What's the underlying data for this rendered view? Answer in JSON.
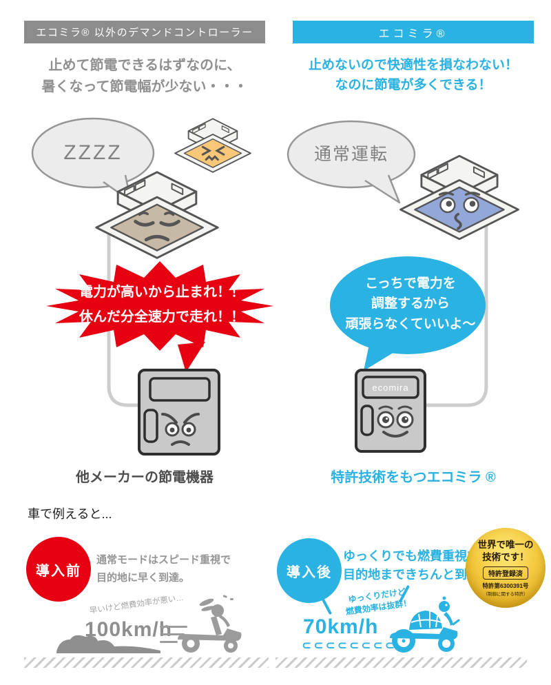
{
  "colors": {
    "cyan": "#29b2e2",
    "red": "#e60012",
    "gray_bar": "#8c8c8c",
    "gold": "#e8b923"
  },
  "comparison": {
    "left": {
      "header": "エコミラ® 以外のデマンドコントローラー",
      "subtitle_line1": "止めて節電できるはずなのに、",
      "subtitle_line2": "暑くなって節電幅が少ない・・・",
      "sleep_bubble": "ZZZZ",
      "shout_line1": "電力が高いから止まれ！！",
      "shout_line2": "休んだ分全速力で走れ！！",
      "device_label": "他メーカーの節電機器"
    },
    "right": {
      "header": "エコミラ®",
      "subtitle_line1": "止めないので快適性を損なわない！",
      "subtitle_line2": "なのに節電が多くできる！",
      "status_bubble": "通常運転",
      "speech_line1": "こっちで電力を",
      "speech_line2": "調整するから",
      "speech_line3": "頑張らなくていいよ～",
      "device_brand": "ecomira",
      "device_label": "特許技術をもつエコミラ ®"
    }
  },
  "car_analogy": {
    "heading": "車で例えると...",
    "before": {
      "badge": "導入前",
      "desc_line1": "通常モードはスピード重視で",
      "desc_line2": "目的地に早く到達。",
      "caption": "早いけど燃費効率が悪い…",
      "speed": "100km/h"
    },
    "after": {
      "badge": "導入後",
      "desc_line1": "ゆっくりでも燃費重視で",
      "desc_line2": "目的地まできちんと到達。",
      "caption_line1": "ゆっくりだけど",
      "caption_line2": "燃費効率は抜群！",
      "speed": "70km/h",
      "exhaust": "⊂⊂⊂⊂⊂⊂⊂⊂"
    },
    "patent_badge": {
      "line1": "世界で唯一の",
      "line2": "技術です！",
      "label": "特許登録済",
      "number": "特許第6300391号",
      "note": "（制御に関する特許）"
    }
  }
}
